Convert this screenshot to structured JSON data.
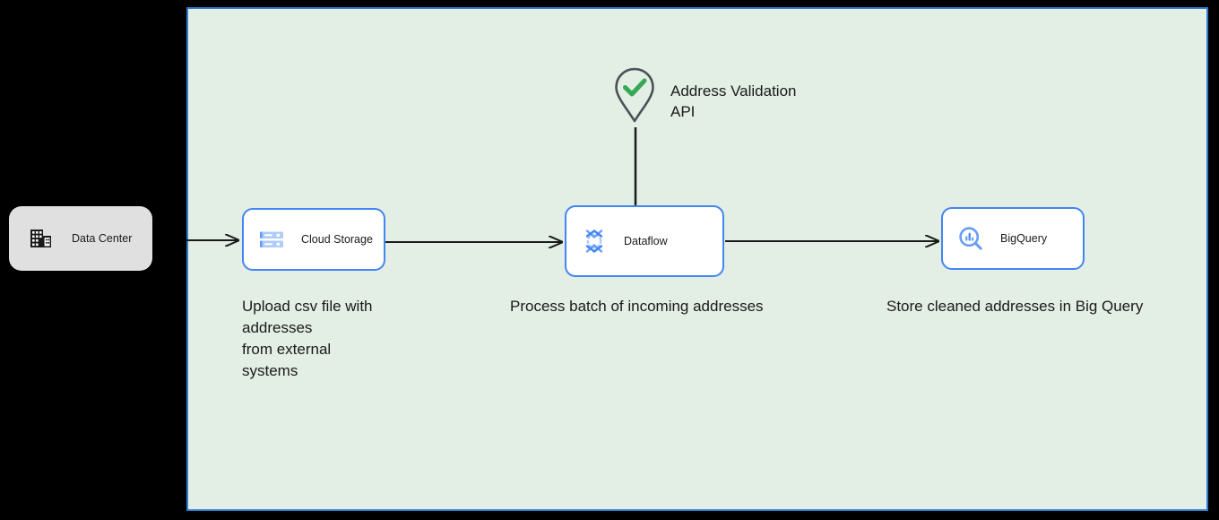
{
  "canvas": {
    "background_color": "#e3eee4",
    "border_color": "#2d7dd2",
    "outside_background_color": "#000000"
  },
  "nodes": [
    {
      "id": "data-center",
      "label": "Data Center",
      "icon": "data-center-building-icon",
      "style": "onprem-gray",
      "fill_color": "#e0e0e0"
    },
    {
      "id": "cloud-storage",
      "label": "Cloud Storage",
      "icon": "cloud-storage-icon",
      "style": "gcp-white",
      "fill_color": "#ffffff",
      "border_color": "#4285f4"
    },
    {
      "id": "dataflow",
      "label": "Dataflow",
      "icon": "dataflow-icon",
      "style": "gcp-white",
      "fill_color": "#ffffff",
      "border_color": "#4285f4"
    },
    {
      "id": "bigquery",
      "label": "BigQuery",
      "icon": "bigquery-icon",
      "style": "gcp-white",
      "fill_color": "#ffffff",
      "border_color": "#4285f4"
    }
  ],
  "annotations": {
    "validation_api": {
      "label": "Address Validation\nAPI",
      "icon": "map-pin-check-icon",
      "pin_outline_color": "#4a5257",
      "check_color": "#34a853"
    }
  },
  "captions": {
    "storage": "Upload csv file with\naddresses\nfrom external\nsystems",
    "dataflow": "Process batch of incoming addresses",
    "bigquery": "Store cleaned addresses in Big Query"
  },
  "edges": [
    {
      "id": "edge-datacenter-to-storage",
      "from": "data-center",
      "to": "cloud-storage",
      "style": "arrow"
    },
    {
      "id": "edge-storage-to-dataflow",
      "from": "cloud-storage",
      "to": "dataflow",
      "style": "arrow"
    },
    {
      "id": "edge-dataflow-to-bigquery",
      "from": "dataflow",
      "to": "bigquery",
      "style": "arrow"
    },
    {
      "id": "edge-validation-to-dataflow",
      "from": "validation-api",
      "to": "dataflow",
      "style": "line"
    }
  ],
  "colors": {
    "gcp_blue": "#4285f4",
    "edge_color": "#1a1a1a",
    "text_color": "#1a1a1a",
    "green_check": "#34a853"
  }
}
